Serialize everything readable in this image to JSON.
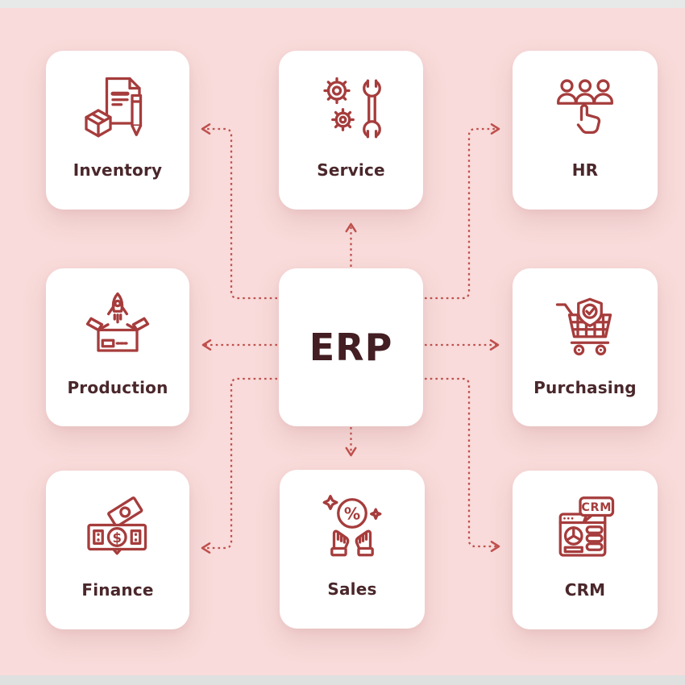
{
  "colors": {
    "background": "#f8dbda",
    "strip_top": "#e7e9e9",
    "strip_bottom": "#dfe1e1",
    "card": "#ffffff",
    "icon": "#a63c3c",
    "connector": "#c0504d",
    "label": "#4a272b",
    "erp": "#431e22"
  },
  "center": {
    "label": "ERP"
  },
  "modules": [
    {
      "label": "Inventory",
      "icon": "inventory-document-box-icon"
    },
    {
      "label": "Service",
      "icon": "gears-wrench-icon"
    },
    {
      "label": "HR",
      "icon": "team-pointer-icon"
    },
    {
      "label": "Production",
      "icon": "rocket-box-icon"
    },
    {
      "label": "Purchasing",
      "icon": "cart-shield-check-icon"
    },
    {
      "label": "Finance",
      "icon": "banknotes-dollar-icon"
    },
    {
      "label": "Sales",
      "icon": "hands-percent-icon"
    },
    {
      "label": "CRM",
      "icon": "crm-browser-bubble-icon"
    }
  ],
  "icon_glyphs": {
    "finance_dollar": "$",
    "sales_percent": "%",
    "crm_badge": "CRM"
  }
}
